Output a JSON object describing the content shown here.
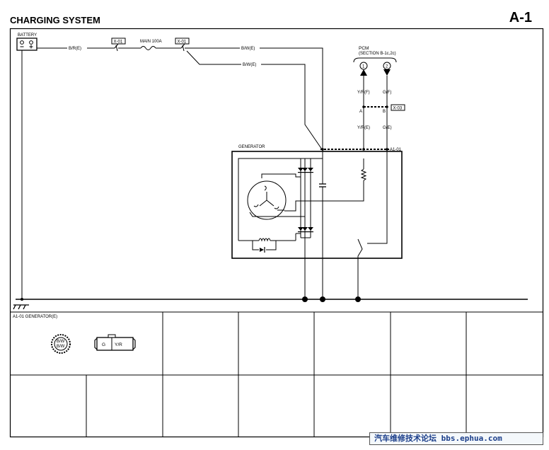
{
  "header": {
    "title": "CHARGING SYSTEM",
    "code": "A-1"
  },
  "labels": {
    "battery": "BATTERY",
    "wire_br": "B/R(E)",
    "conn_x01_a": "X-01",
    "fuse": "MAIN 100A",
    "conn_x01_b": "X-01",
    "wire_bw_1": "B/W(E)",
    "wire_bw_2": "B/W(E)",
    "pcm": "PCM",
    "pcm_section": "(SECTION B-1c,2c)",
    "pin_1": "1",
    "pin_2": "2",
    "wire_yr_f": "Y/R(F)",
    "wire_g_f": "G(F)",
    "junction_a": "A",
    "junction_b": "B",
    "conn_x03": "X-03",
    "wire_yr_e": "Y/R(E)",
    "wire_g_e": "G(E)",
    "generator": "GENERATOR",
    "conn_a101": "A1-01",
    "connector_table_title": "A1-01 GENERATOR(E)",
    "conn_pin_bw_top": "B/W",
    "conn_pin_bw_bottom": "B/W",
    "conn_pin_g": "G",
    "conn_pin_yr": "Y/R"
  },
  "watermark": "汽车维修技术论坛 bbs.ephua.com"
}
